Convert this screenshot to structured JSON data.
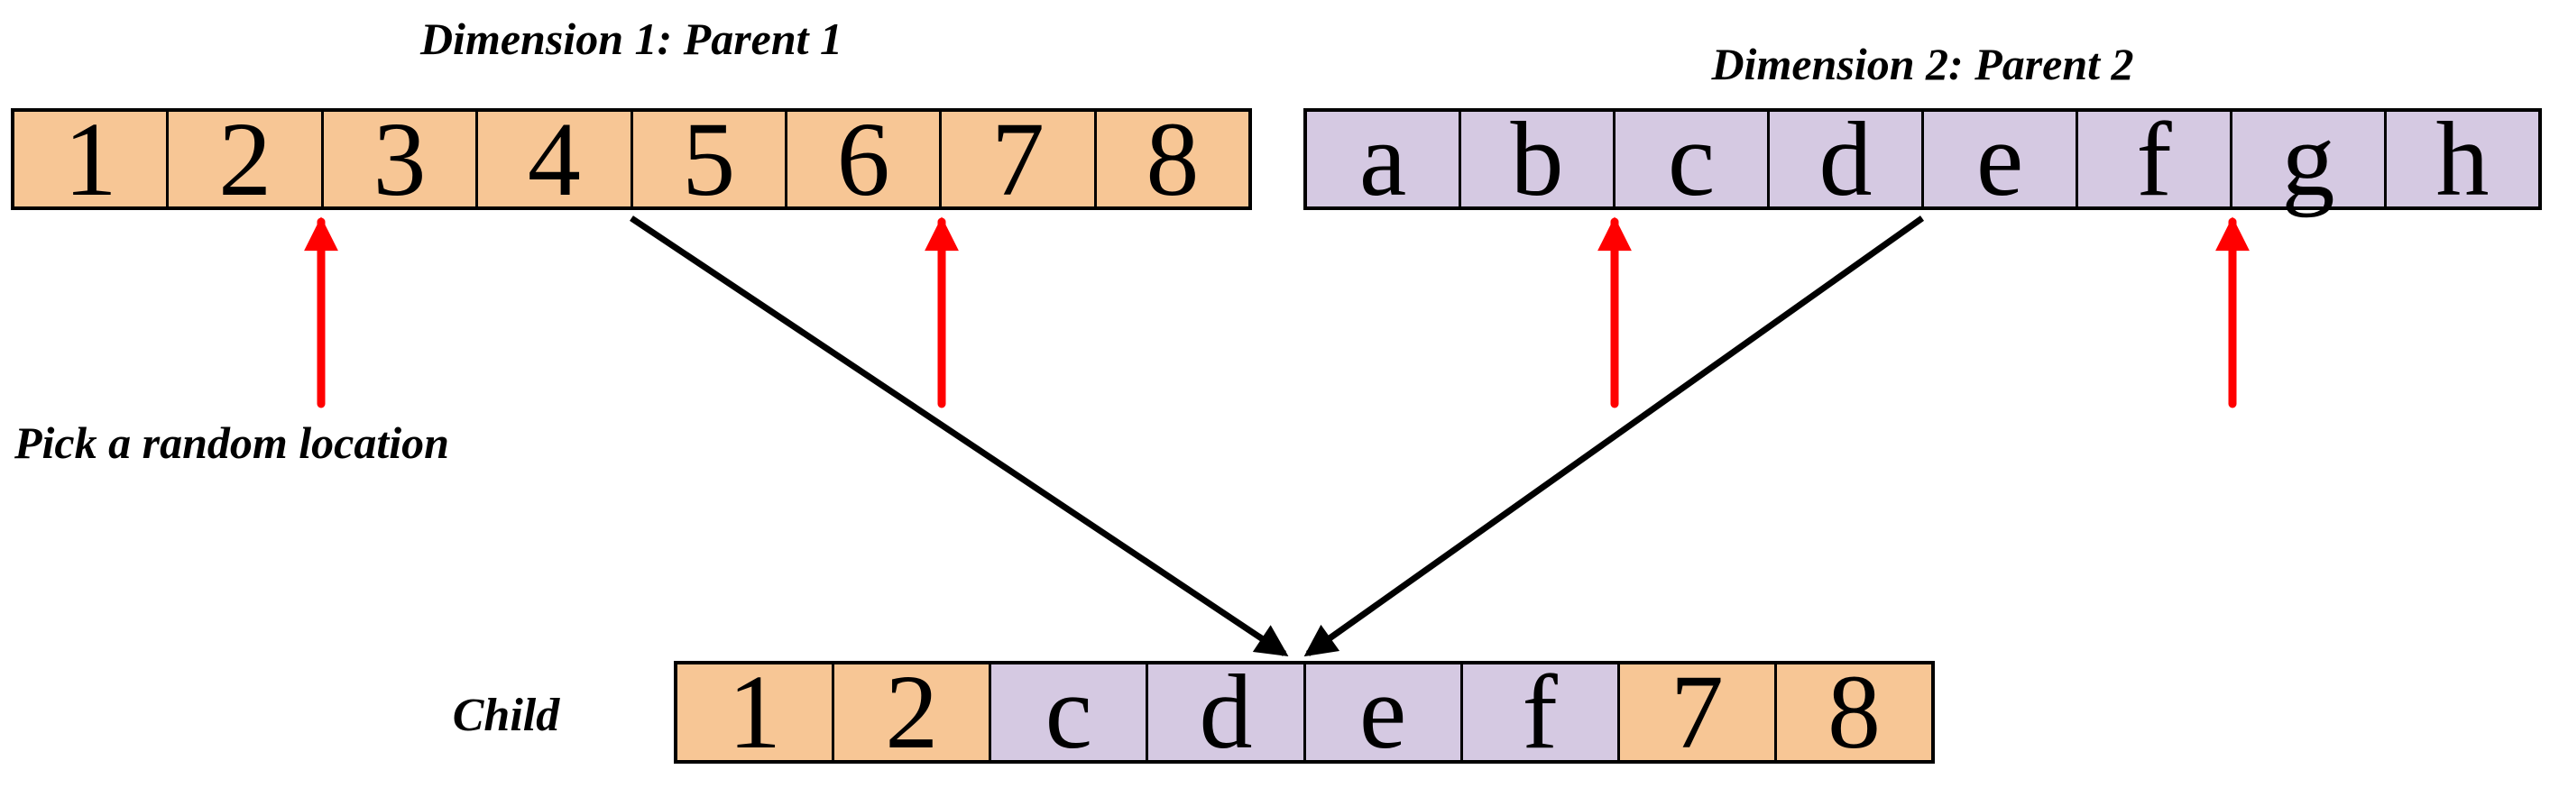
{
  "figure": {
    "parent1": {
      "title": "Dimension 1: Parent 1",
      "cells": [
        "1",
        "2",
        "3",
        "4",
        "5",
        "6",
        "7",
        "8"
      ]
    },
    "parent2": {
      "title": "Dimension 2: Parent 2",
      "cells": [
        "a",
        "b",
        "c",
        "d",
        "e",
        "f",
        "g",
        "h"
      ]
    },
    "child": {
      "label": "Child",
      "cells": [
        "1",
        "2",
        "c",
        "d",
        "e",
        "f",
        "7",
        "8"
      ],
      "sources": [
        "p1",
        "p1",
        "p2",
        "p2",
        "p2",
        "p2",
        "p1",
        "p1"
      ]
    },
    "annotations": {
      "pick_location": "Pick a random location"
    },
    "colors": {
      "parent1_fill": "#F7C695",
      "parent2_fill": "#D5C9E2",
      "arrow_red": "#FF0000",
      "line_black": "#000000"
    }
  }
}
